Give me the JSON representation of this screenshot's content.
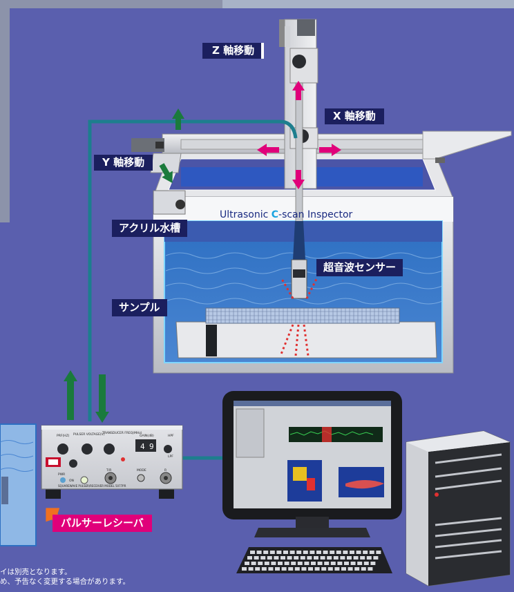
{
  "machine_title": {
    "part1": "Ultrasonic ",
    "part2": "C",
    "part3": "-scan Inspector"
  },
  "labels": {
    "z_axis": "Z 軸移動",
    "x_axis": "X 軸移動",
    "y_axis": "Y 軸移動",
    "acrylic_tank": "アクリル水槽",
    "ultrasonic_sensor": "超音波センサー",
    "sample": "サンプル",
    "pulser_receiver": "パルサーレシーバ"
  },
  "notes": {
    "line1": "イは別売となります。",
    "line2": "め、予告なく変更する場合があります。"
  },
  "pulser_panel": {
    "prf": "PRF(HZ)",
    "pulser_voltage": "PULSER VOLTAGE(V)",
    "transducer_freq": "TRANSDUCER FREQ(MHz)",
    "gain": "GAIN(dB)",
    "gain_digits": [
      "4",
      "9"
    ],
    "hpf": "HPF",
    "lpf": "LPF",
    "tr": "T/R",
    "mode": "MODE",
    "r": "R",
    "pwr": "PWR",
    "on": "ON",
    "model": "SQUAREWAVE PULSER/RECEIVER MODEL 5077PR"
  },
  "colors": {
    "background": "#5a5fae",
    "label_navy": "#1b1f5e",
    "magenta": "#e0007a",
    "green_arrow": "#1a7a3c",
    "cable": "#1f7a8c",
    "orange": "#f07020"
  }
}
